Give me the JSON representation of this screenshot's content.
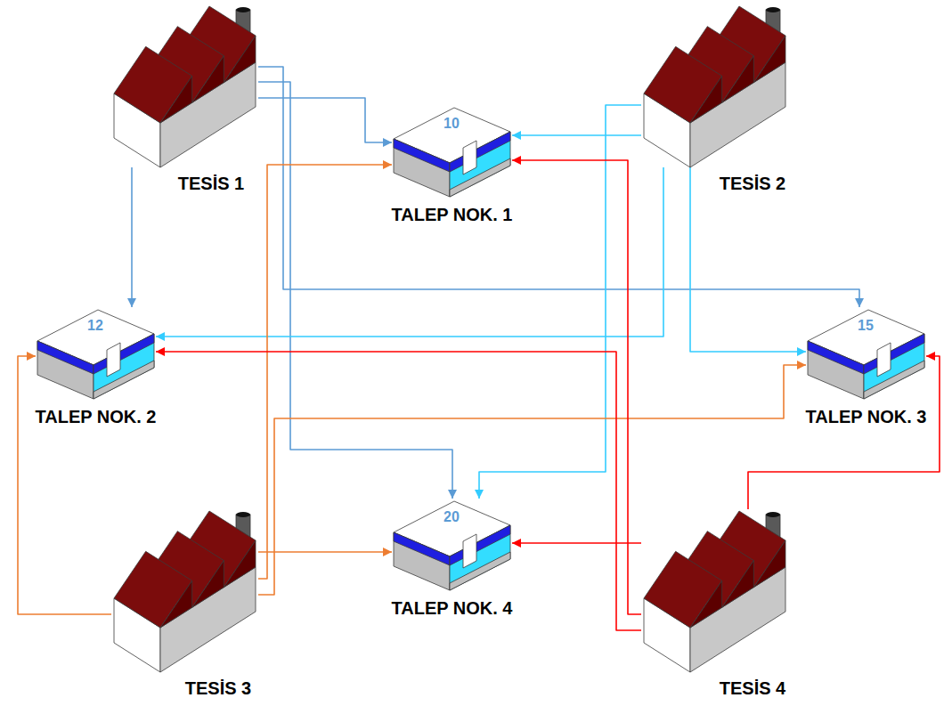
{
  "diagram": {
    "nodes": [
      {
        "text": [
          "TESİS 1"
        ]
      },
      {
        "text": [
          "10",
          "TALEP NOK. 1"
        ]
      },
      {
        "text": [
          "TESİS 2"
        ]
      },
      {
        "text": [
          "12",
          "TALEP NOK. 2"
        ]
      },
      {
        "text": [
          "15",
          "TALEP NOK. 3"
        ]
      },
      {
        "text": [
          "20",
          "TALEP NOK. 4"
        ]
      },
      {
        "text": [
          "TESİS 3"
        ]
      },
      {
        "text": [
          "TESİS 4"
        ]
      }
    ],
    "edges": [
      {
        "from": 0,
        "to": 1,
        "arrow": "to"
      },
      {
        "from": 0,
        "to": 3,
        "arrow": "to"
      },
      {
        "from": 0,
        "to": 4,
        "arrow": "to"
      },
      {
        "from": 0,
        "to": 5,
        "arrow": "to"
      },
      {
        "from": 2,
        "to": 1,
        "arrow": "to"
      },
      {
        "from": 2,
        "to": 3,
        "arrow": "to"
      },
      {
        "from": 2,
        "to": 4,
        "arrow": "to"
      },
      {
        "from": 2,
        "to": 5,
        "arrow": "to"
      },
      {
        "from": 6,
        "to": 1,
        "arrow": "to"
      },
      {
        "from": 6,
        "to": 3,
        "arrow": "to"
      },
      {
        "from": 6,
        "to": 4,
        "arrow": "to"
      },
      {
        "from": 6,
        "to": 5,
        "arrow": "to"
      },
      {
        "from": 7,
        "to": 1,
        "arrow": "to"
      },
      {
        "from": 7,
        "to": 3,
        "arrow": "to"
      },
      {
        "from": 7,
        "to": 4,
        "arrow": "to"
      },
      {
        "from": 7,
        "to": 5,
        "arrow": "to"
      }
    ]
  }
}
